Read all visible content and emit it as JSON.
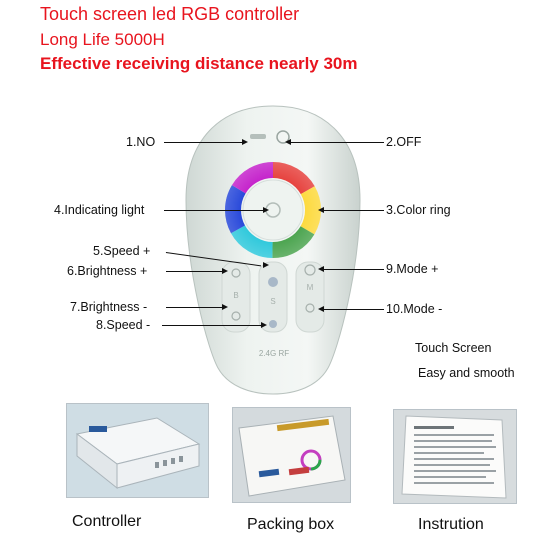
{
  "headlines": {
    "line1": "Touch screen led RGB controller",
    "line2": "Long Life 5000H",
    "line3": "Effective receiving distance nearly 30m"
  },
  "callouts": {
    "no": "1.NO",
    "off": "2.OFF",
    "color_ring": "3.Color ring",
    "indicating_light": "4.Indicating light",
    "speed_plus": "5.Speed +",
    "brightness_plus": "6.Brightness +",
    "brightness_minus": "7.Brightness -",
    "speed_minus": "8.Speed -",
    "mode_plus": "9.Mode +",
    "mode_minus": "10.Mode -"
  },
  "notes": {
    "touch_screen": "Touch Screen",
    "easy_smooth": "Easy and smooth"
  },
  "remote": {
    "letter_b": "B",
    "letter_s": "S",
    "letter_m": "M",
    "brand": "2.4G RF"
  },
  "captions": {
    "controller": "Controller",
    "packing_box": "Packing box",
    "instruction": "Instrution"
  },
  "colors": {
    "headline": "#e8141e",
    "remote_body": "#e9efec",
    "background": "#ffffff"
  }
}
